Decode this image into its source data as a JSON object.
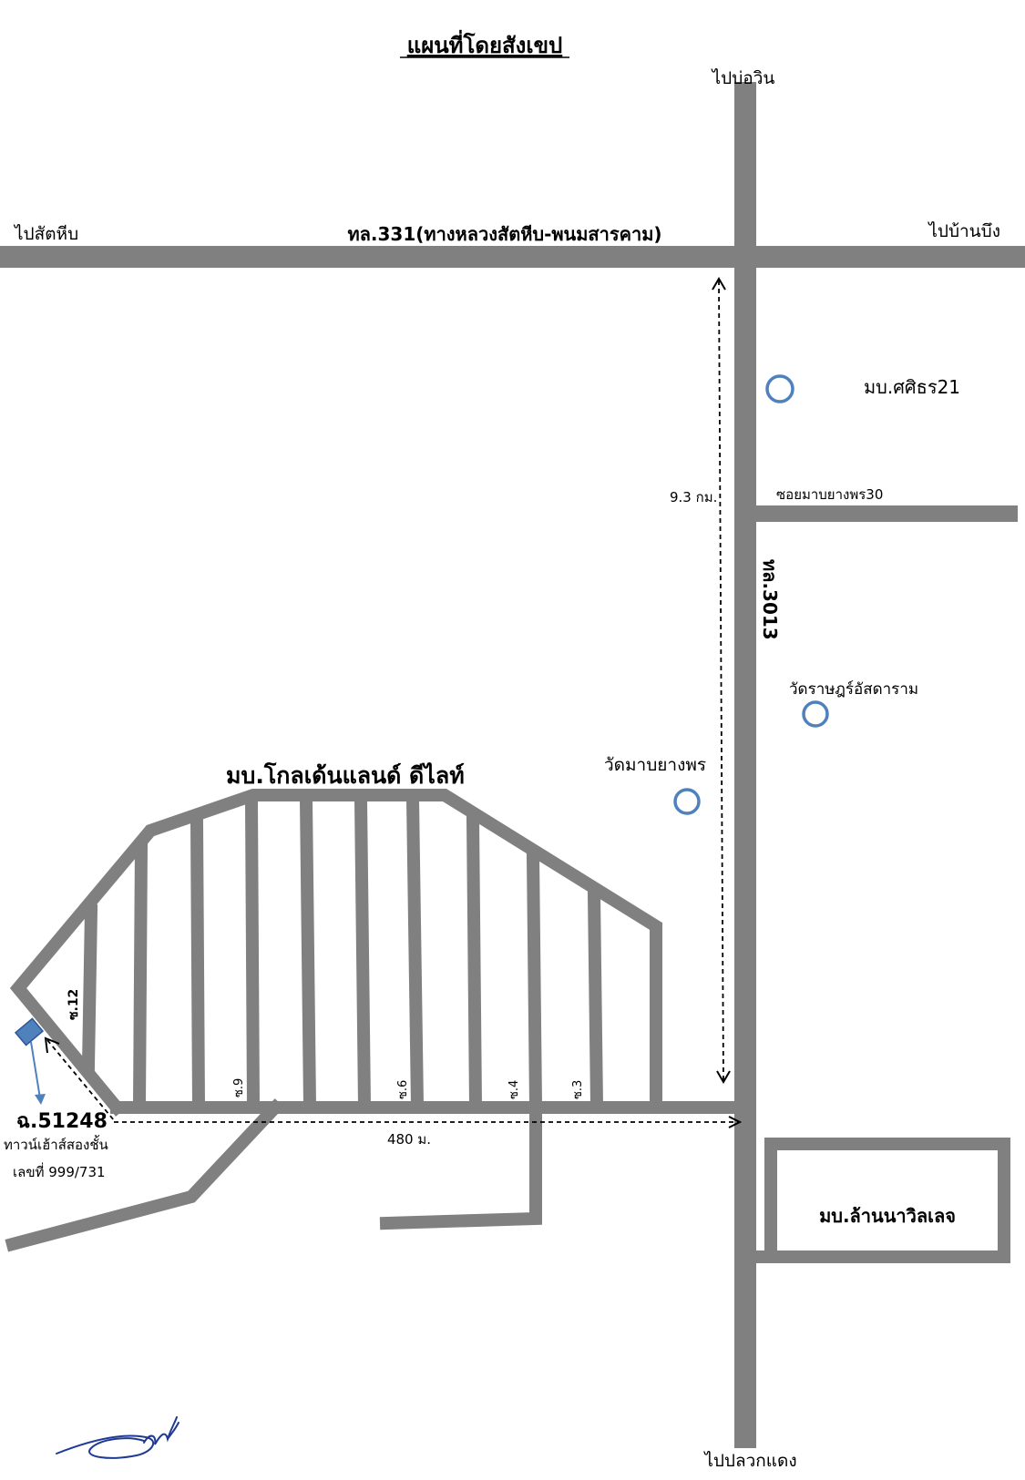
{
  "title": "แผนที่โดยสังเขป",
  "directions": {
    "north": "ไปบ่อวิน",
    "west": "ไปสัตหีบ",
    "east": "ไปบ้านบึง",
    "south": "ไปปลวกแดง"
  },
  "roads": {
    "highway_331": "ทล.331(ทางหลวงสัตหีบ-พนมสารคาม)",
    "highway_3013": "ทล.3013",
    "soi_mabyangporn_30": "ซอยมาบยางพร30"
  },
  "places": {
    "village_sirin": "มบ.ศศิธร21",
    "wat_rat": "วัดราษฎร์อัสดาราม",
    "wat_mabyangporn": "วัดมาบยางพร",
    "village_golden_land": "มบ.โกลเด้นแลนด์ ดีไลท์",
    "village_lanna": "มบ.ล้านนาวิลเลจ"
  },
  "sois": {
    "s12": "ซ.12",
    "s9": "ซ.9",
    "s6": "ซ.6",
    "s4": "ซ.4",
    "s3": "ซ.3"
  },
  "distances": {
    "vertical": "9.3 กม.",
    "horizontal": "480 ม."
  },
  "property": {
    "code": "ฉ.51248",
    "type": "ทาวน์เฮ้าส์สองชั้น",
    "number": "เลขที่ 999/731"
  },
  "colors": {
    "road": "#808080",
    "poi_circle": "#4f81bd",
    "property_marker": "#4f81bd",
    "signature": "#1f3a93"
  },
  "icons": {
    "poi": "circle-icon",
    "property": "square-marker-icon",
    "signature": "signature"
  }
}
